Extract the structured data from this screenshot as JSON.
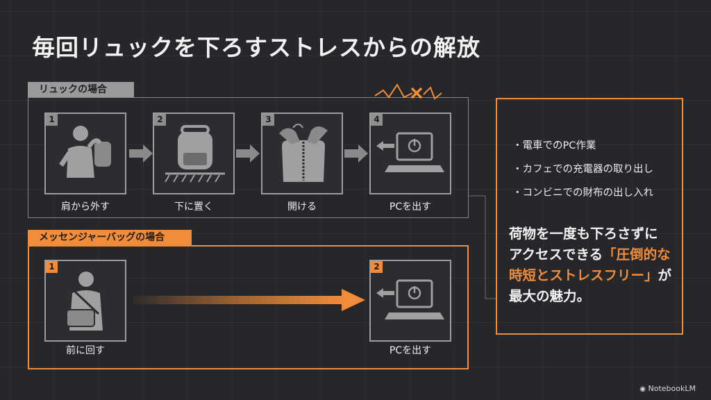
{
  "title": "毎回リュックを下ろすストレスからの解放",
  "backpack_section": {
    "label": "リュックの場合",
    "steps": [
      {
        "number": "1",
        "caption": "肩から外す"
      },
      {
        "number": "2",
        "caption": "下に置く"
      },
      {
        "number": "3",
        "caption": "開ける"
      },
      {
        "number": "4",
        "caption": "PCを出す"
      }
    ]
  },
  "messenger_section": {
    "label": "メッセンジャーバッグの場合",
    "steps": [
      {
        "number": "1",
        "caption": "前に回す"
      },
      {
        "number": "2",
        "caption": "PCを出す"
      }
    ]
  },
  "right_panel": {
    "bullets": [
      "・電車でのPC作業",
      "・カフェでの充電器の取り出し",
      "・コンビニでの財布の出し入れ"
    ],
    "highlight_line1": "荷物を一度も下ろさずに",
    "highlight_line2_prefix": "アクセスできる",
    "highlight_line2_orange": "「圧倒的な",
    "highlight_line3_orange": "時短とストレスフリー」",
    "highlight_line3_suffix": "が",
    "highlight_line4": "最大の魅力。"
  },
  "footer": {
    "brand": "NotebookLM"
  },
  "colors": {
    "accent": "#f28c38",
    "gray": "#9a9a9a",
    "background": "#25272a"
  }
}
